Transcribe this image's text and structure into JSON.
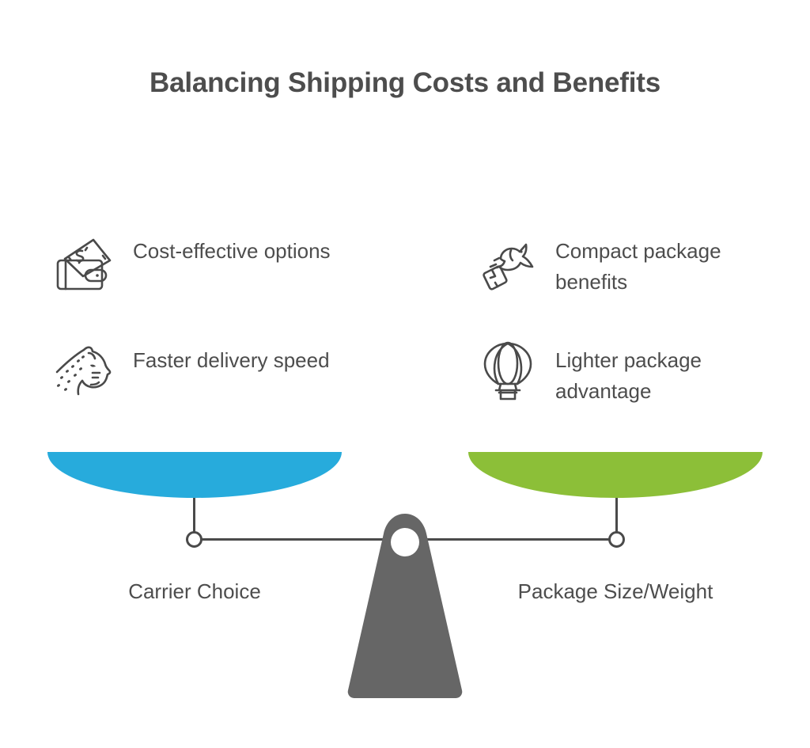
{
  "page": {
    "title": "Balancing Shipping Costs and Benefits",
    "background_color": "#ffffff"
  },
  "colors": {
    "text": "#4d4d4d",
    "line": "#4a4a4a",
    "left_pan": "#27abdc",
    "right_pan": "#8cbf38",
    "fulcrum": "#666666"
  },
  "balance": {
    "left": {
      "pan_label": "Carrier Choice",
      "pan_color": "#27abdc",
      "features": [
        {
          "icon": "wallet-cash-icon",
          "label": "Cost-effective options"
        },
        {
          "icon": "cheetah-head-icon",
          "label": "Faster delivery speed"
        }
      ]
    },
    "right": {
      "pan_label": "Package Size/Weight",
      "pan_color": "#8cbf38",
      "features": [
        {
          "icon": "bird-parcel-icon",
          "label": "Compact package benefits"
        },
        {
          "icon": "hot-air-balloon-icon",
          "label": "Lighter package advantage"
        }
      ]
    },
    "fulcrum": {
      "icon": "fulcrum-triangle-icon",
      "color": "#666666"
    }
  }
}
